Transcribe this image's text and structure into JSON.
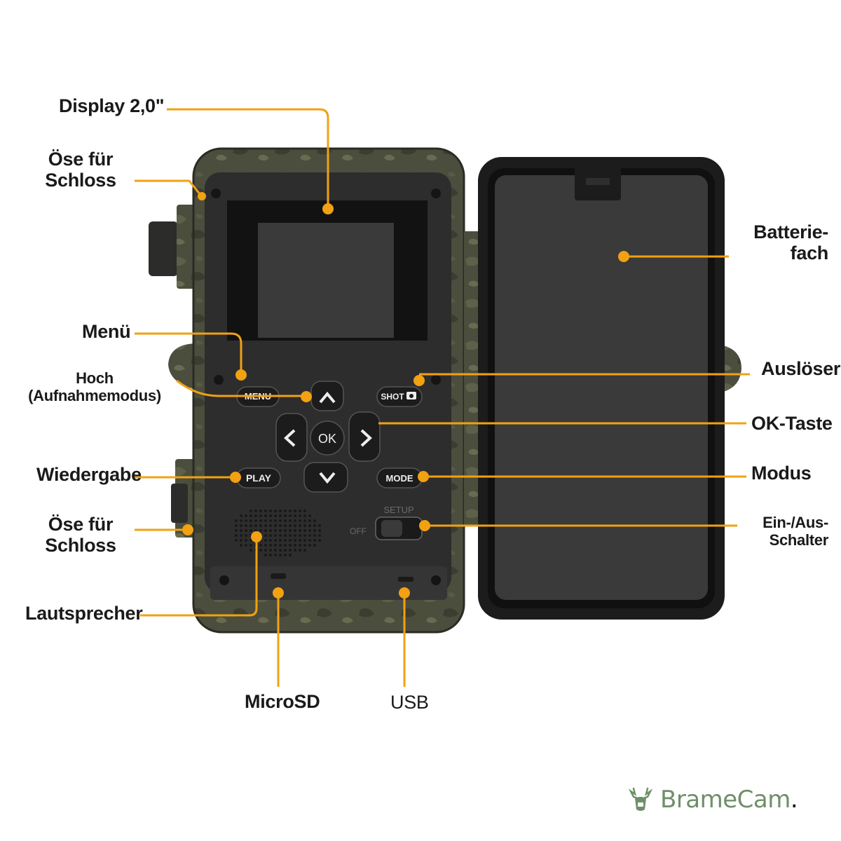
{
  "labels": {
    "display": "Display 2,0\"",
    "lock_top": [
      "Öse für",
      "Schloss"
    ],
    "menu": "Menü",
    "up": [
      "Hoch",
      "(Aufnahmemodus)"
    ],
    "playback": "Wiedergabe",
    "lock_bottom": [
      "Öse für",
      "Schloss"
    ],
    "speaker": "Lautsprecher",
    "microsd": "MicroSD",
    "usb": "USB",
    "battery": [
      "Batterie-",
      "fach"
    ],
    "trigger": "Auslöser",
    "ok_key": "OK-Taste",
    "mode": "Modus",
    "power_switch": [
      "Ein-/Aus-",
      "Schalter"
    ]
  },
  "camera": {
    "menu_button": "MENU",
    "shot_button": "SHOT",
    "ok_button": "OK",
    "play_button": "PLAY",
    "mode_button": "MODE",
    "setup_label": "SETUP",
    "off_label": "OFF"
  },
  "brand": {
    "name": "BrameCam",
    "dot": "."
  },
  "colors": {
    "accent": "#f2a112",
    "label_text": "#1a1a1a",
    "brand_green": "#6f8f68",
    "camo": "#4a4d3c",
    "panel": "#2b2b2b"
  },
  "icons": [
    "camera-icon",
    "arrow-up-icon",
    "arrow-down-icon",
    "arrow-left-icon",
    "arrow-right-icon",
    "deer-logo-icon"
  ]
}
